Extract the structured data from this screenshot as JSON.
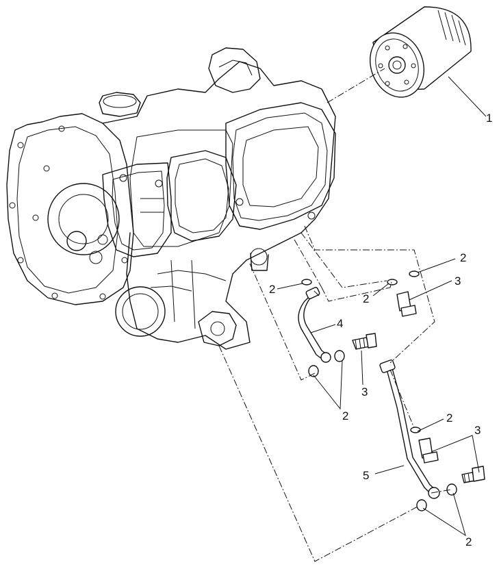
{
  "diagram": {
    "callouts": [
      {
        "id": "c1",
        "text": "1"
      },
      {
        "id": "c2a",
        "text": "2"
      },
      {
        "id": "c2b",
        "text": "2"
      },
      {
        "id": "c2c",
        "text": "2"
      },
      {
        "id": "c3a",
        "text": "3"
      },
      {
        "id": "c4",
        "text": "4"
      },
      {
        "id": "c3b",
        "text": "3"
      },
      {
        "id": "c2d",
        "text": "2"
      },
      {
        "id": "c2e",
        "text": "2"
      },
      {
        "id": "c3c",
        "text": "3"
      },
      {
        "id": "c5",
        "text": "5"
      },
      {
        "id": "c2f",
        "text": "2"
      }
    ]
  }
}
